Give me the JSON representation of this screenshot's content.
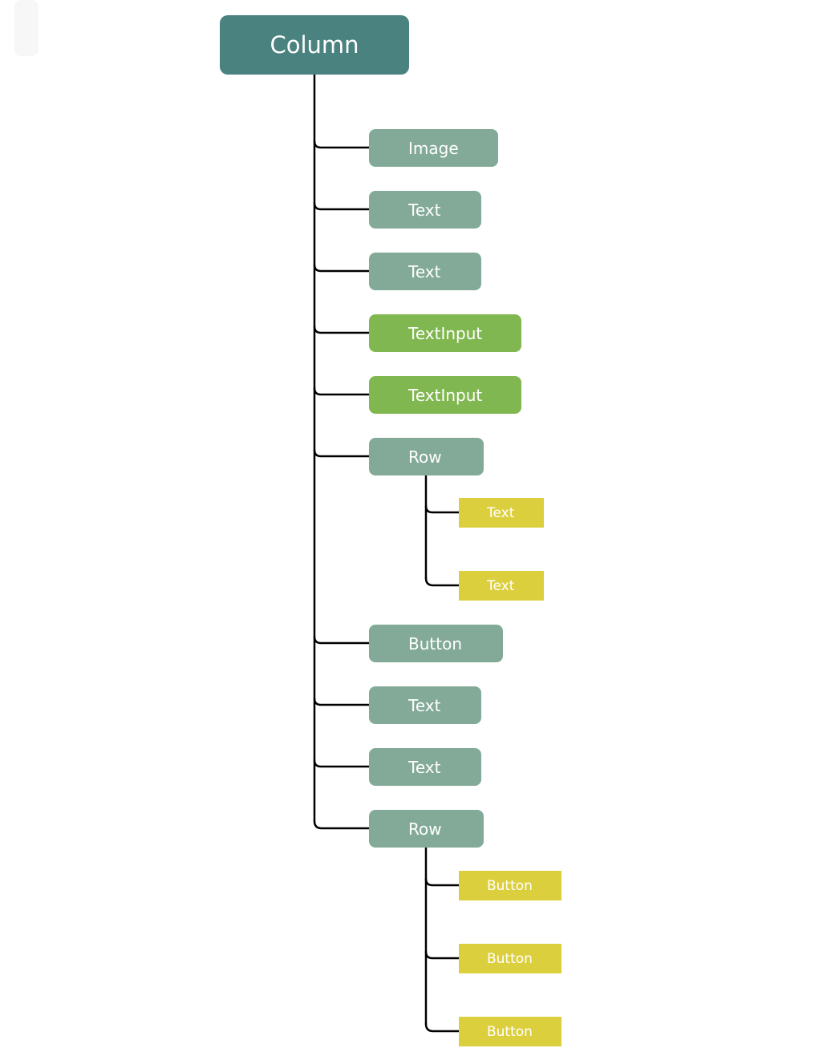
{
  "diagram": {
    "colors": {
      "root": "#4a8280",
      "child": "#83aa98",
      "input": "#81b750",
      "leaf": "#dccf3e",
      "connector": "#000000"
    },
    "root": {
      "label": "Column"
    },
    "children": [
      {
        "label": "Image"
      },
      {
        "label": "Text"
      },
      {
        "label": "Text"
      },
      {
        "label": "TextInput"
      },
      {
        "label": "TextInput"
      },
      {
        "label": "Row",
        "children": [
          {
            "label": "Text"
          },
          {
            "label": "Text"
          }
        ]
      },
      {
        "label": "Button"
      },
      {
        "label": "Text"
      },
      {
        "label": "Text"
      },
      {
        "label": "Row",
        "children": [
          {
            "label": "Button"
          },
          {
            "label": "Button"
          },
          {
            "label": "Button"
          }
        ]
      }
    ]
  }
}
